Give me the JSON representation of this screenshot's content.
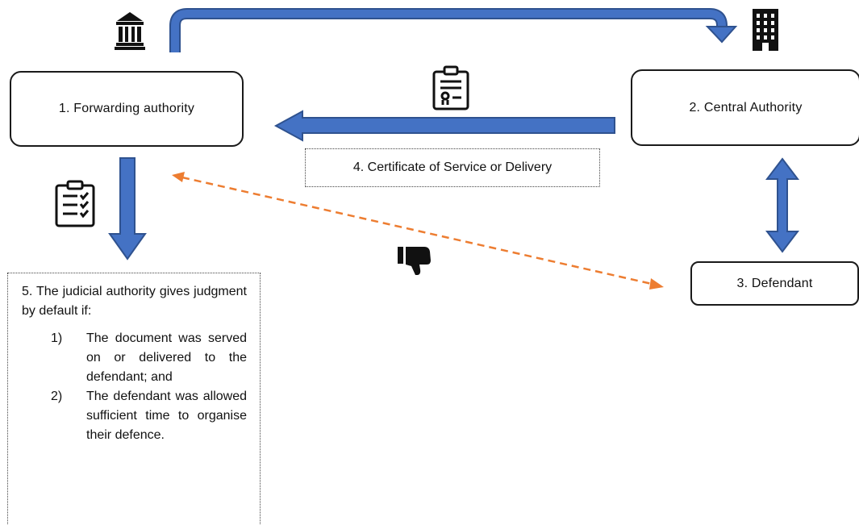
{
  "nodes": {
    "forwarding_authority": "1. Forwarding authority",
    "central_authority": "2. Central Authority",
    "defendant": "3. Defendant"
  },
  "certificate_label": "4. Certificate of Service or Delivery",
  "judgment": {
    "intro": "5. The judicial authority gives judgment by default if:",
    "conditions": [
      {
        "num": "1)",
        "text": "The document was served on or delivered to the defendant; and"
      },
      {
        "num": "2)",
        "text": "The defendant was allowed sufficient time to organise their defence."
      }
    ]
  },
  "icons": [
    "bank-icon",
    "office-building-icon",
    "certificate-icon",
    "checklist-clipboard-icon",
    "thumbs-down-icon"
  ],
  "colors": {
    "arrow_blue": "#4472c4",
    "arrow_outline": "#2f528f",
    "dashed_orange": "#ed7d31",
    "icon_black": "#111111"
  }
}
